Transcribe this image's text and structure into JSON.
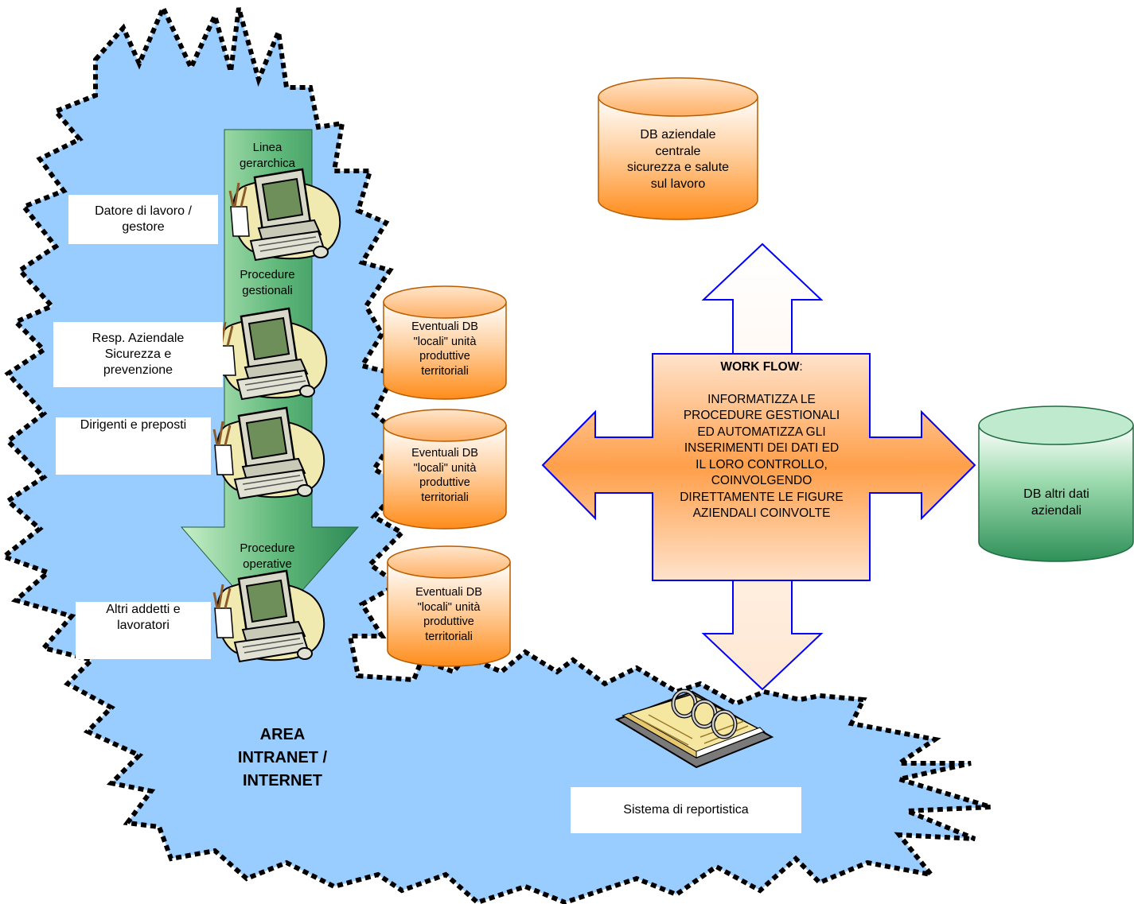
{
  "colors": {
    "cloud_fill": "#99ccff",
    "cloud_border": "#000000",
    "green_arrow": "#3c9a5e",
    "orange": "#ff9933",
    "arrow_outline": "#0000ff",
    "db_green": "#3a9f62"
  },
  "hierarchy": {
    "top_label": "Linea\ngerarchica",
    "mid_label": "Procedure\ngestionali",
    "bottom_label": "Procedure\noperative"
  },
  "roles": [
    {
      "label": "Datore di lavoro /\ngestore",
      "icon": "computer-workstation-icon"
    },
    {
      "label": "Resp. Aziendale\nSicurezza e\nprevenzione",
      "icon": "computer-workstation-icon"
    },
    {
      "label": "Dirigenti e preposti",
      "icon": "computer-workstation-icon"
    },
    {
      "label": "Altri addetti e\nlavoratori",
      "icon": "computer-workstation-icon"
    }
  ],
  "local_dbs": [
    {
      "label": "Eventuali DB\n\"locali\" unità\nproduttive\nterritoriali"
    },
    {
      "label": "Eventuali DB\n\"locali\" unità\nproduttive\nterritoriali"
    },
    {
      "label": "Eventuali DB\n\"locali\" unità\nproduttive\nterritoriali"
    }
  ],
  "central_db": {
    "label": "DB aziendale\ncentrale\nsicurezza e salute\nsul lavoro"
  },
  "other_db": {
    "label": "DB altri dati\naziendali"
  },
  "workflow": {
    "title": "WORK FLOW",
    "suffix": ":",
    "body": "INFORMATIZZA LE\nPROCEDURE GESTIONALI\nED AUTOMATIZZA GLI\nINSERIMENTI DEI DATI ED\nIL LORO CONTROLLO,\nCOINVOLGENDO\nDIRETTAMENTE LE FIGURE\nAZIENDALI COINVOLTE"
  },
  "area_label": "AREA\nINTRANET /\nINTERNET",
  "report": {
    "label": "Sistema di reportistica",
    "icon": "report-binder-icon"
  }
}
